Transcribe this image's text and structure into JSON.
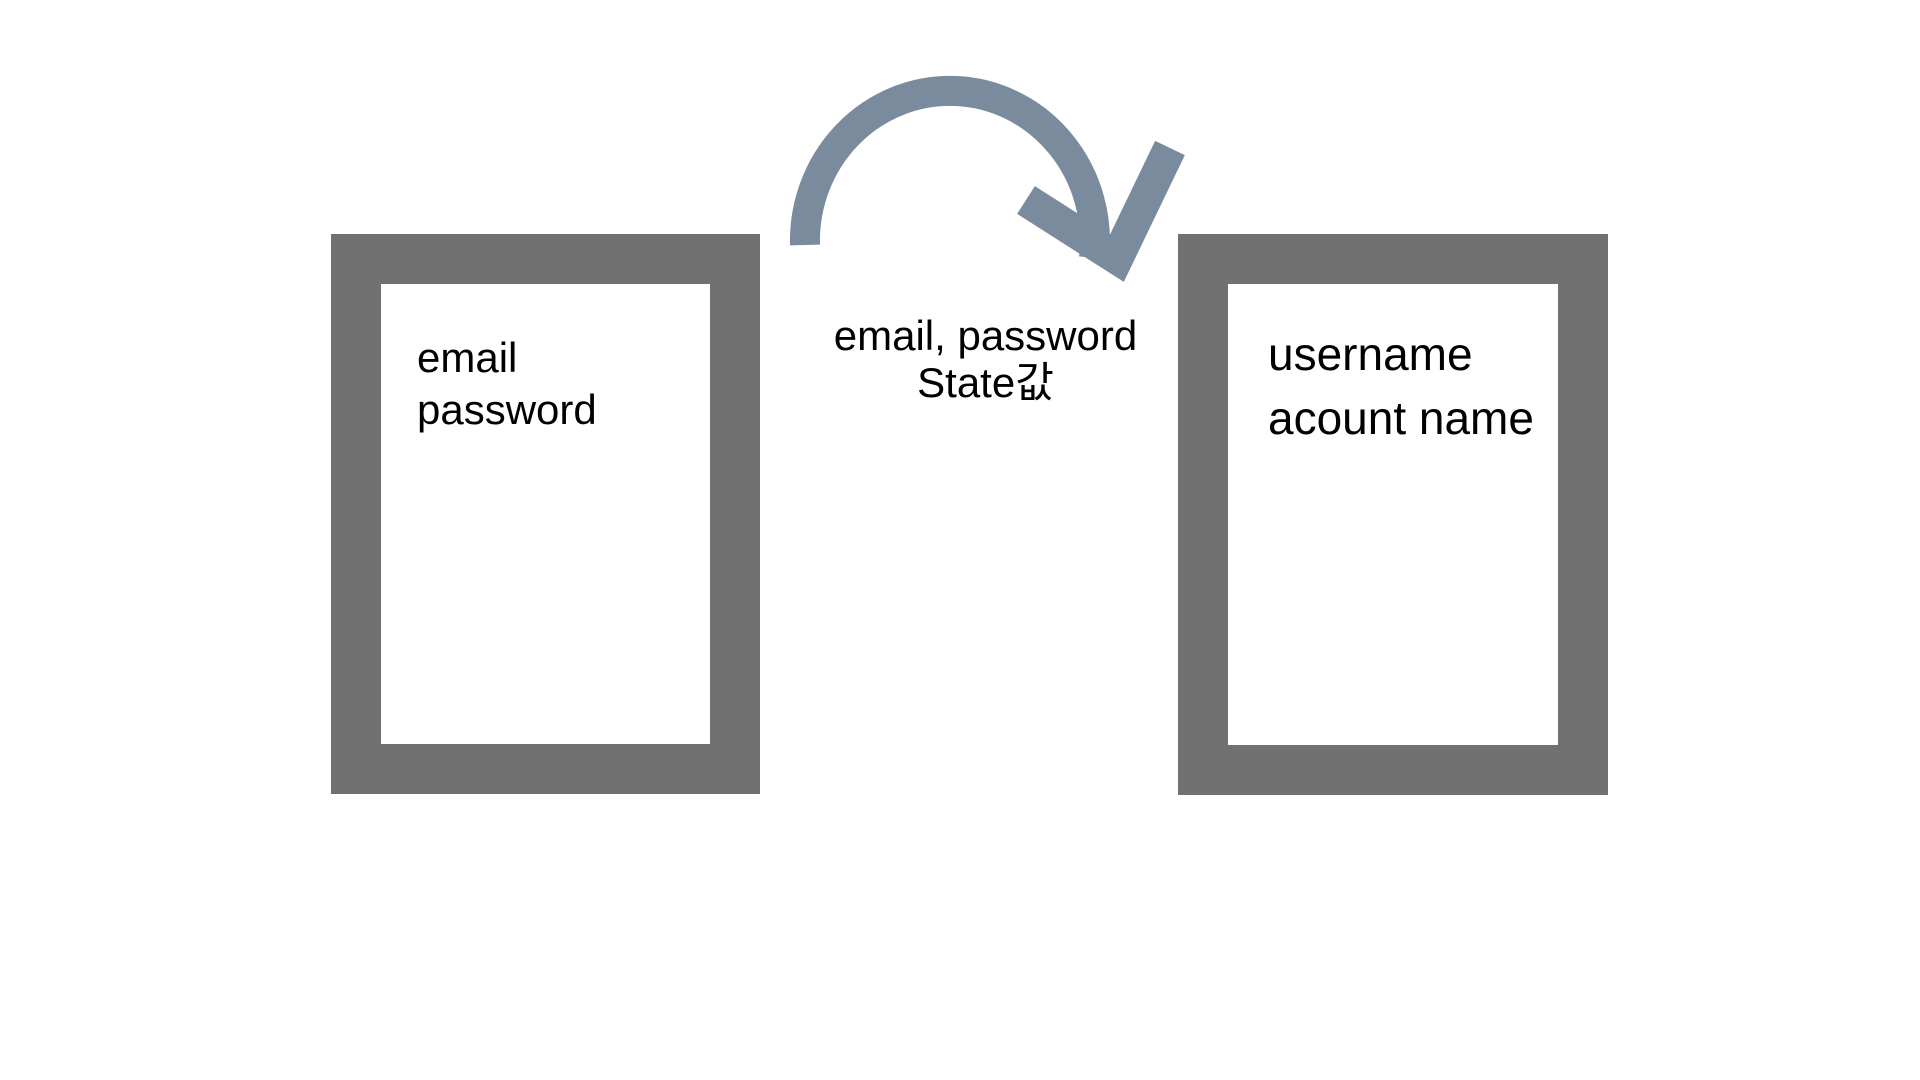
{
  "page": {
    "background": "#ffffff"
  },
  "colors": {
    "frame_gray": "#717171",
    "arrow_blue_gray": "#7a8b9e",
    "text_black": "#000000",
    "box_fill": "#ffffff"
  },
  "left_card": {
    "lines": [
      "email",
      "password"
    ]
  },
  "right_card": {
    "lines": [
      "username",
      "acount name"
    ]
  },
  "transfer_label": {
    "lines": [
      "email, password",
      "State값"
    ]
  },
  "icons": {
    "arrow": "curved-arrow-right-icon"
  }
}
